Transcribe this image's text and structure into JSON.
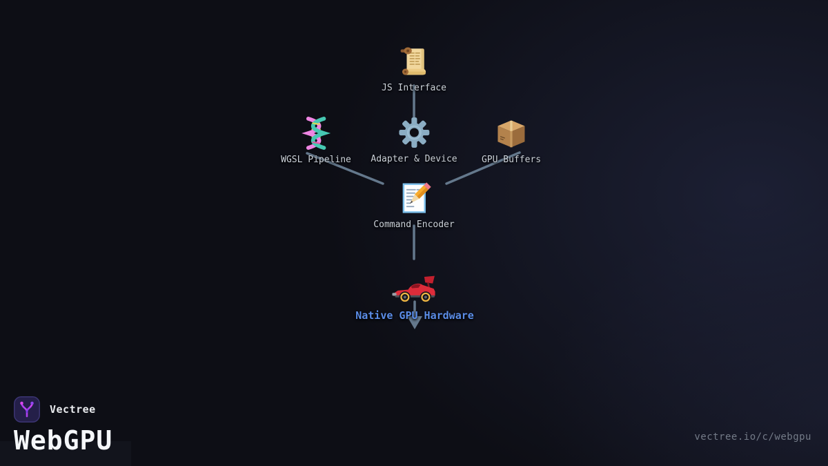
{
  "diagram": {
    "nodes": [
      {
        "id": "js-interface",
        "label": "JS Interface",
        "icon": "scroll-icon"
      },
      {
        "id": "wgsl-pipeline",
        "label": "WGSL Pipeline",
        "icon": "dna-icon"
      },
      {
        "id": "adapter-device",
        "label": "Adapter & Device",
        "icon": "gear-icon"
      },
      {
        "id": "gpu-buffers",
        "label": "GPU Buffers",
        "icon": "package-icon"
      },
      {
        "id": "command-encoder",
        "label": "Command Encoder",
        "icon": "memo-icon"
      },
      {
        "id": "native-gpu-hardware",
        "label": "Native GPU Hardware",
        "icon": "racing-car-icon",
        "emphasis": "blue"
      }
    ],
    "edges": [
      {
        "from": "js-interface",
        "to": "adapter-device"
      },
      {
        "from": "wgsl-pipeline",
        "to": "command-encoder"
      },
      {
        "from": "gpu-buffers",
        "to": "command-encoder"
      },
      {
        "from": "command-encoder",
        "to": "native-gpu-hardware"
      },
      {
        "from": "native-gpu-hardware",
        "to": "output-arrow"
      }
    ],
    "colors": {
      "edge": "#64788c",
      "label": "#ccd2da",
      "highlight_label": "#5b8de8",
      "background": "#0d0e15"
    }
  },
  "branding": {
    "logo_text": "Vectree",
    "title": "WebGPU",
    "url": "vectree.io/c/webgpu"
  }
}
